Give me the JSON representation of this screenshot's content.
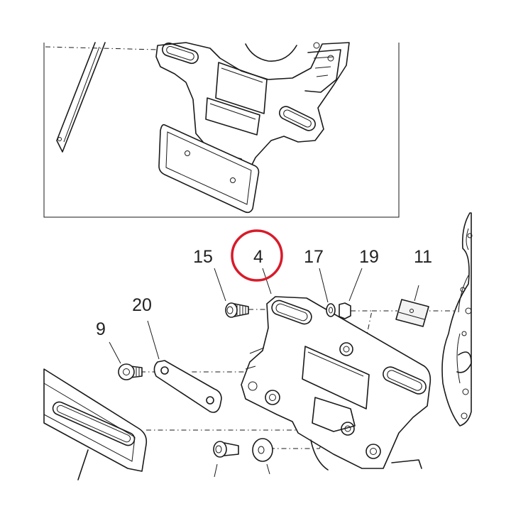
{
  "callouts": {
    "c15": "15",
    "c4": "4",
    "c17": "17",
    "c19": "19",
    "c11": "11",
    "c20": "20",
    "c9": "9"
  },
  "highlight": {
    "target": "4",
    "color": "#d81b2a"
  }
}
